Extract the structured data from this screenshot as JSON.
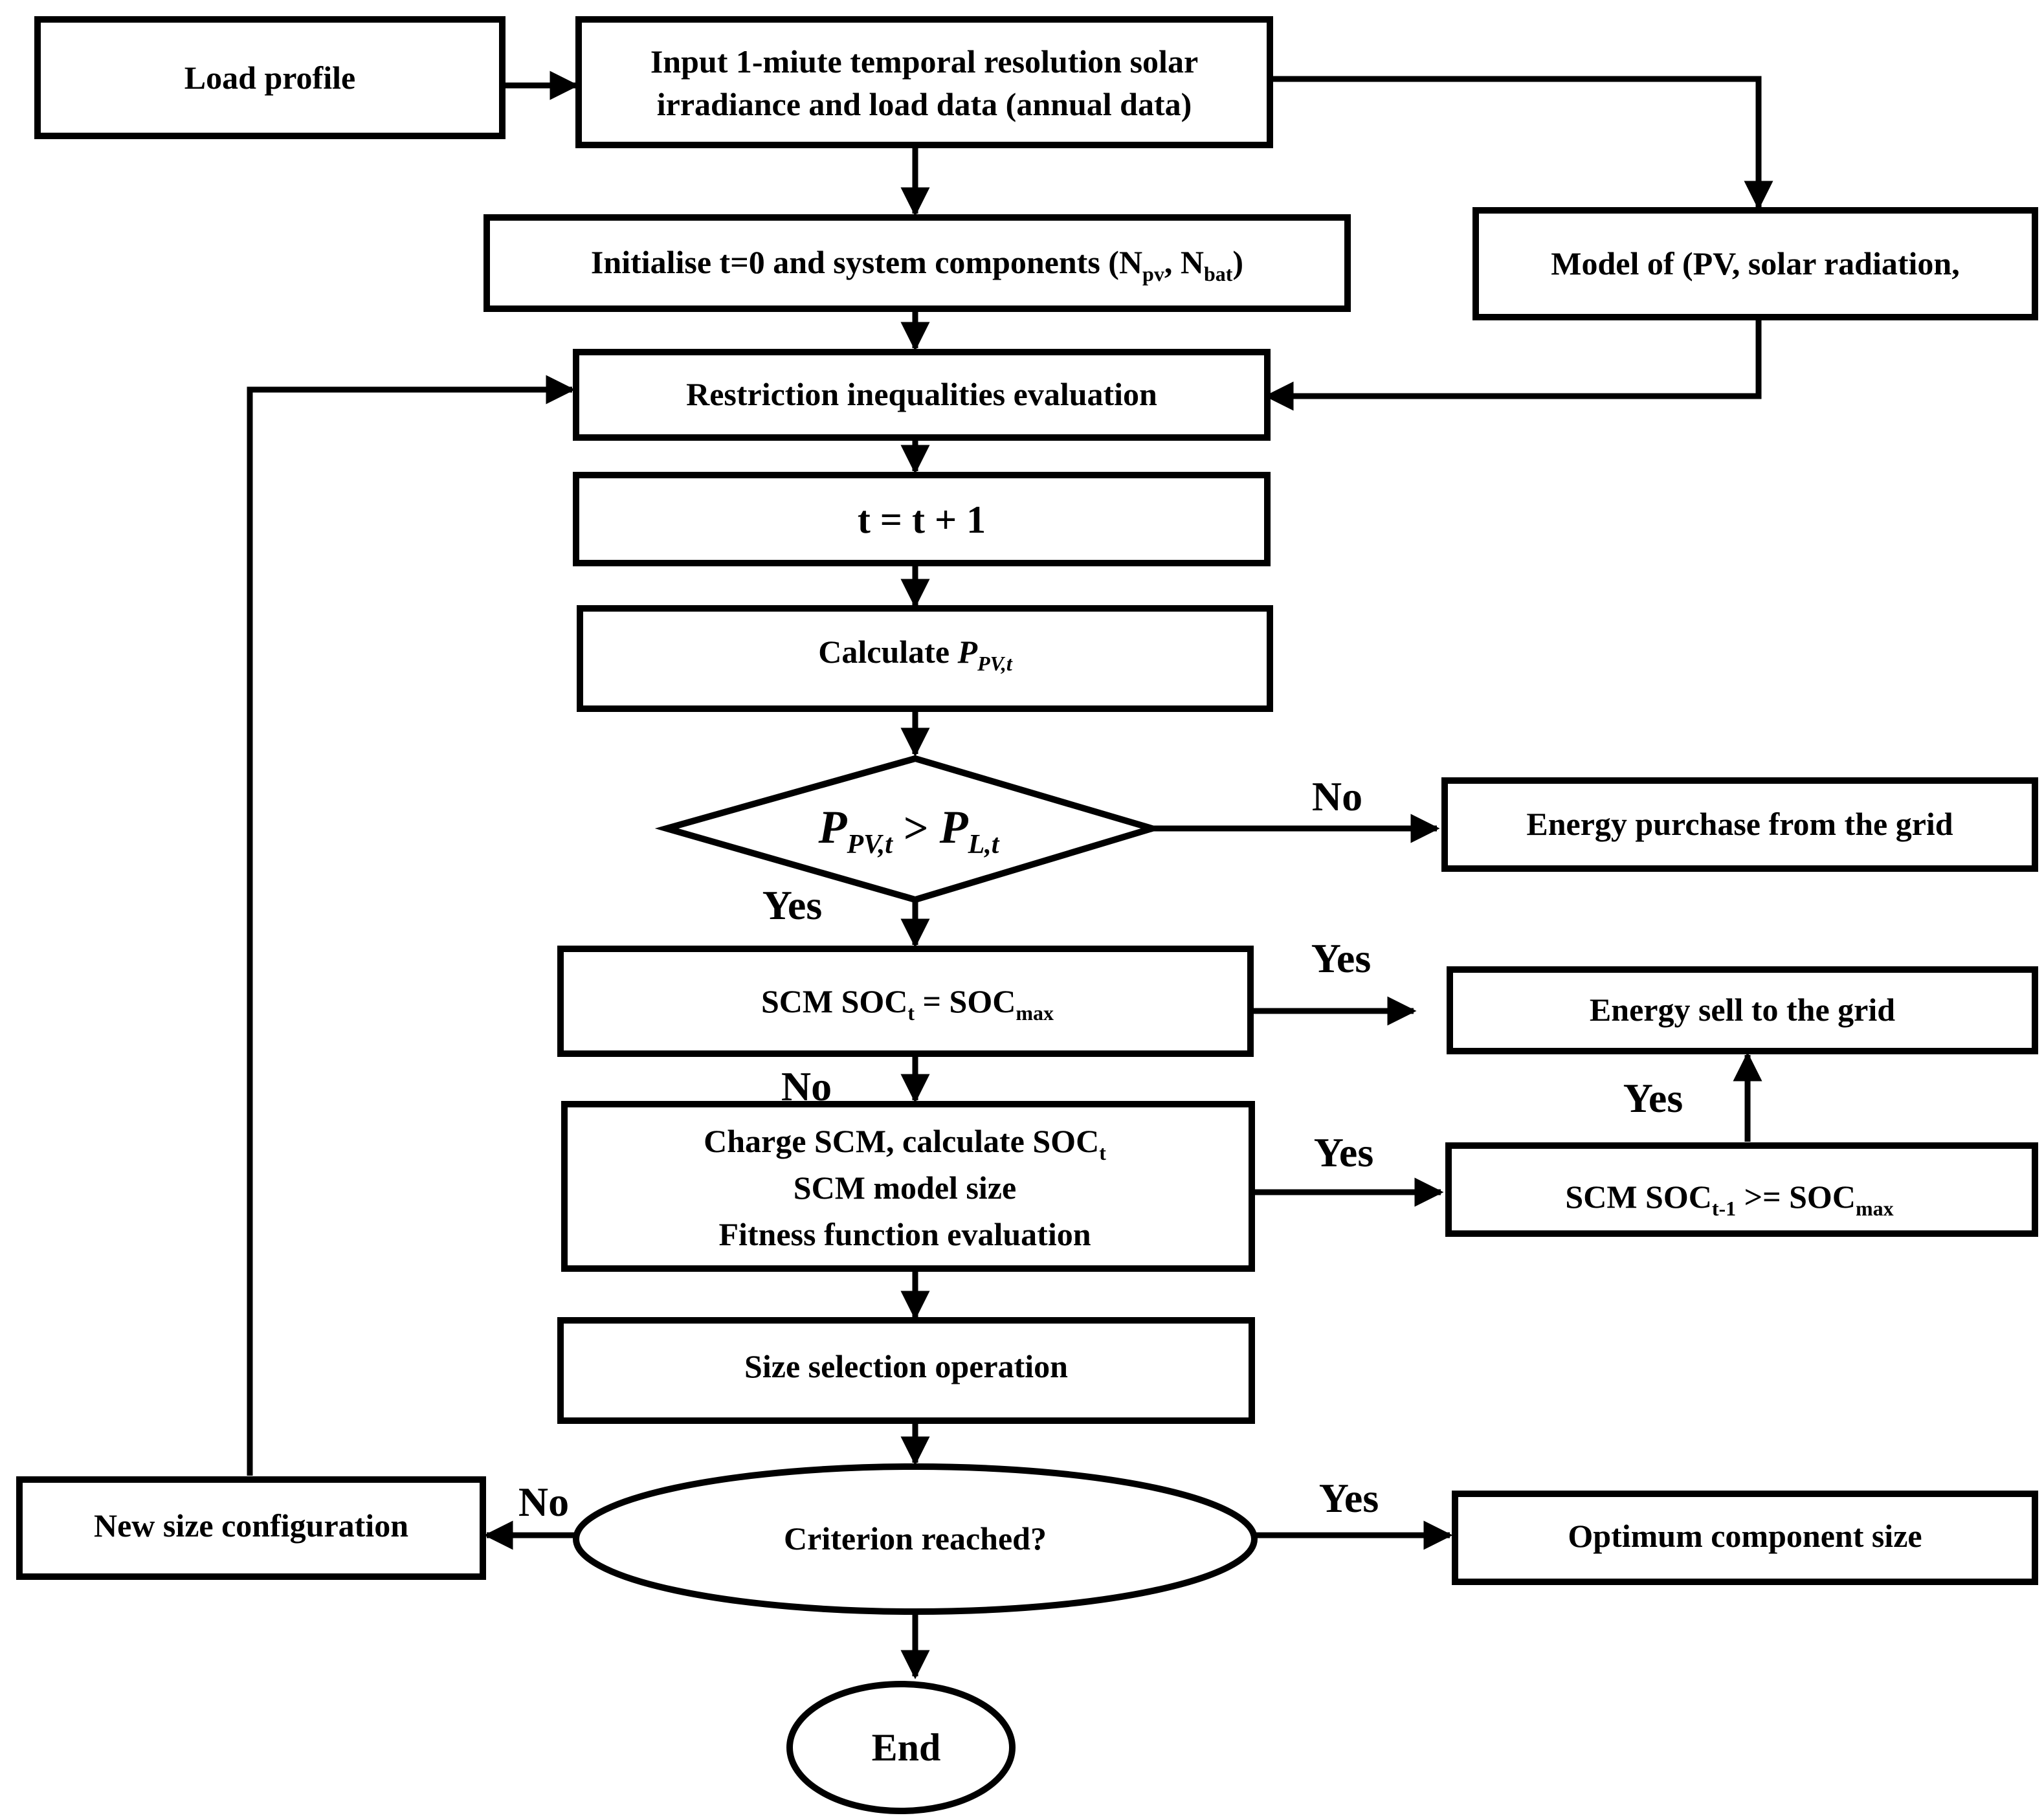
{
  "nodes": {
    "load_profile": "Load profile",
    "input_line1": "Input 1-miute temporal resolution solar",
    "input_line2": "irradiance and load data (annual data)",
    "init_pre": "Initialise t=0  and system components (N",
    "init_sub1": "pv",
    "init_mid": ", N",
    "init_sub2": "bat",
    "init_post": ")",
    "model": "Model of (PV, solar radiation,",
    "restriction": "Restriction inequalities evaluation",
    "t_increment": "t = t + 1",
    "calc_pre": "Calculate ",
    "calc_var": "P",
    "calc_sub": "PV,t",
    "decision1_p1": "P",
    "decision1_s1": "PV,t",
    "decision1_op": " > ",
    "decision1_p2": "P",
    "decision1_s2": "L,t",
    "grid_purchase": "Energy purchase from the grid",
    "scm_check_pre": "SCM SOC",
    "scm_check_sub": "t",
    "scm_check_mid": " = SOC",
    "scm_check_sub2": "max",
    "grid_sell": "Energy sell to the grid",
    "charge_line1_pre": "Charge SCM, calculate SOC",
    "charge_line1_sub": "t",
    "charge_line2": "SCM model size",
    "charge_line3": "Fitness function evaluation",
    "scm_prev_pre": "SCM  SOC",
    "scm_prev_sub": "t-1",
    "scm_prev_mid": " >= SOC",
    "scm_prev_sub2": "max",
    "size_selection": "Size selection operation",
    "criterion": "Criterion reached?",
    "new_size": "New size configuration",
    "optimum": "Optimum component size",
    "end": "End"
  },
  "edge_labels": {
    "decision_no": "No",
    "decision_yes": "Yes",
    "scm_yes": "Yes",
    "scm_no": "No",
    "charge_yes": "Yes",
    "prev_yes": "Yes",
    "criterion_no": "No",
    "criterion_yes": "Yes"
  }
}
